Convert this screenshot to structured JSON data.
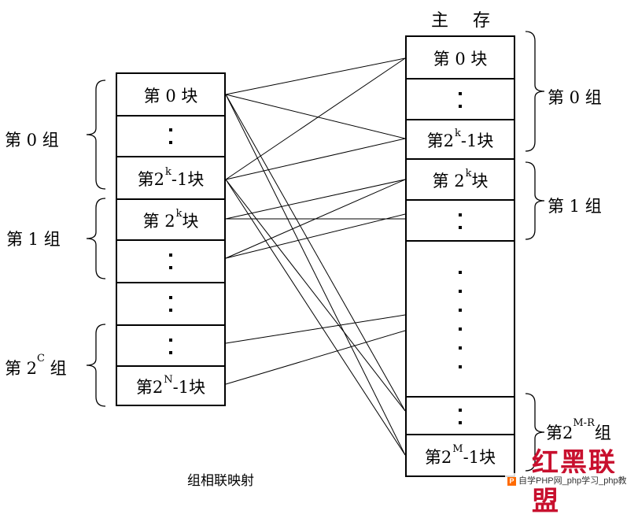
{
  "main_memory_title": "主 存",
  "caption": "组相联映射",
  "cache": {
    "rows": [
      {
        "kind": "text",
        "label": "第 0 块"
      },
      {
        "kind": "dots"
      },
      {
        "kind": "text",
        "label": "第2",
        "sup": "k",
        "suffix": "-1块"
      },
      {
        "kind": "text",
        "label": "第 2",
        "sup": "k",
        "suffix": " 块"
      },
      {
        "kind": "dots"
      },
      {
        "kind": "dots"
      },
      {
        "kind": "dots"
      },
      {
        "kind": "text",
        "label": "第2",
        "sup": "N",
        "suffix": "-1块"
      }
    ],
    "groups": [
      {
        "label": "第 0 组",
        "sup": "",
        "suffix": ""
      },
      {
        "label": "第 1 组",
        "sup": "",
        "suffix": ""
      },
      {
        "label": "第 2",
        "sup": "C",
        "suffix": " 组"
      }
    ]
  },
  "memory": {
    "rows": [
      {
        "kind": "text",
        "label": "第 0 块"
      },
      {
        "kind": "dots"
      },
      {
        "kind": "text",
        "label": "第2",
        "sup": "k",
        "suffix": "-1块"
      },
      {
        "kind": "text",
        "label": "第 2",
        "sup": "k",
        "suffix": " 块"
      },
      {
        "kind": "dots"
      },
      {
        "kind": "dots"
      },
      {
        "kind": "dots"
      },
      {
        "kind": "text",
        "label": "第2",
        "sup": "M",
        "suffix": "-1块"
      }
    ],
    "groups": [
      {
        "label": "第 0 组",
        "sup": "",
        "suffix": ""
      },
      {
        "label": "第 1 组",
        "sup": "",
        "suffix": ""
      },
      {
        "label": "第2",
        "sup": "M-R",
        "suffix": "组"
      }
    ]
  },
  "logo": "红黑联盟",
  "watermark": "自学PHP网_php学习_php教"
}
